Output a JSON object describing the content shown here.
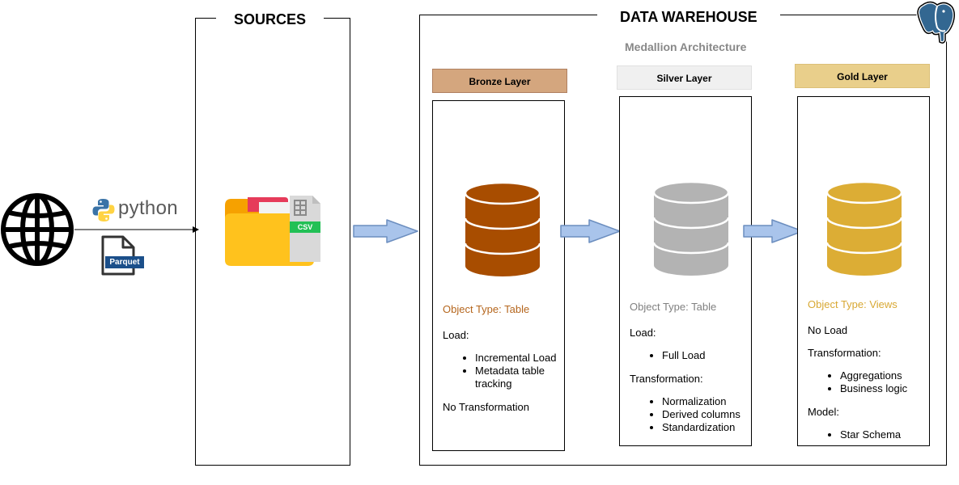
{
  "sources": {
    "title": "SOURCES"
  },
  "warehouse": {
    "title": "DATA WAREHOUSE",
    "subtitle": "Medallion Architecture"
  },
  "external": {
    "python_label": "python",
    "parquet_label": "Parquet",
    "csv_label": "CSV"
  },
  "layers": {
    "bronze": {
      "header": "Bronze Layer",
      "object_type": "Object Type: Table",
      "load_label": "Load:",
      "load_items": [
        "Incremental Load",
        " Metadata table tracking"
      ],
      "no_transformation": "No Transformation"
    },
    "silver": {
      "header": "Silver Layer",
      "object_type": "Object Type: Table",
      "load_label": "Load:",
      "load_items": [
        "Full Load"
      ],
      "transformation_label": "Transformation:",
      "transformation_items": [
        "Normalization",
        "Derived columns",
        "Standardization"
      ]
    },
    "gold": {
      "header": "Gold Layer",
      "object_type": "Object Type: Views",
      "no_load": "No Load",
      "transformation_label": "Transformation:",
      "transformation_items": [
        "Aggregations",
        "Business logic"
      ],
      "model_label": "Model:",
      "model_items": [
        "Star Schema"
      ]
    }
  },
  "colors": {
    "bronze_header": "#d4a67e",
    "bronze_db": "#a84d00",
    "bronze_text": "#b5661d",
    "silver_header": "#f0f0f0",
    "silver_db": "#b3b3b3",
    "silver_text": "#808080",
    "gold_header": "#e9cf8b",
    "gold_db": "#dcad35",
    "gold_text": "#d8a833",
    "arrow_fill": "#a9c4eb",
    "arrow_stroke": "#6c8ebf"
  }
}
